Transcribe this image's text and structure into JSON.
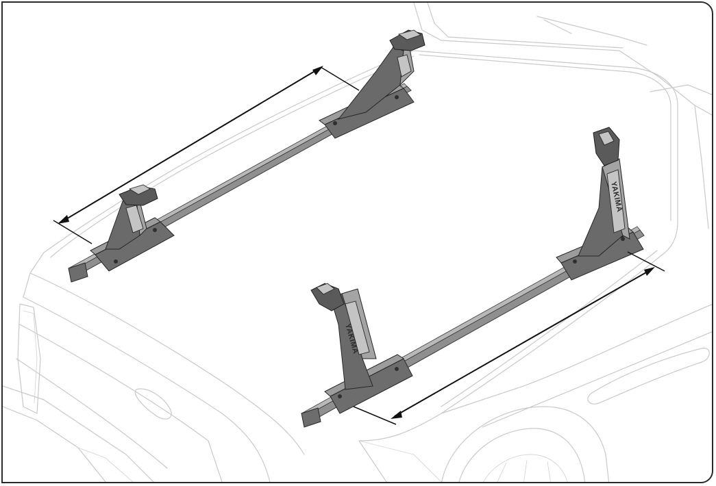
{
  "figure": {
    "brand_label": "YAKIMA",
    "colors": {
      "truck_outline": "#c9c9c9",
      "rack_dark": "#6d6d6d",
      "rack_mid": "#a4a4a4",
      "dimension_arrow": "#111111",
      "frame_border": "#2a2a2a"
    },
    "parts": [
      "truck-bed",
      "left-track-rail",
      "right-track-rail",
      "tower-rear-left",
      "tower-front-left",
      "tower-rear-right",
      "tower-front-right",
      "spacing-arrow-left",
      "spacing-arrow-right"
    ]
  }
}
